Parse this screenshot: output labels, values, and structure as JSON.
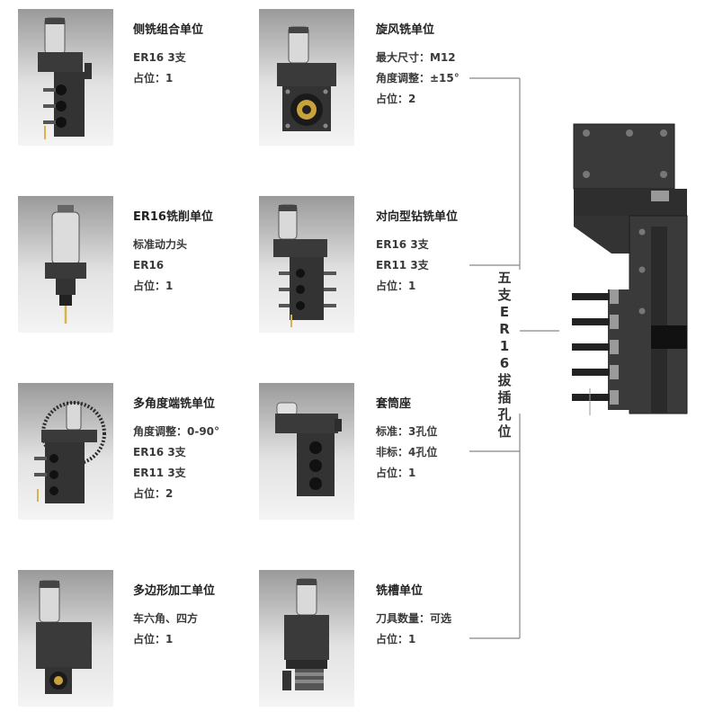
{
  "units": [
    {
      "title": "侧铣组合单位",
      "lines": [
        "ER16 3支",
        "占位：1"
      ],
      "icon": "side-milling-unit-icon"
    },
    {
      "title": "旋风铣单位",
      "lines": [
        "最大尺寸：M12",
        "角度调整：±15°",
        "占位：2"
      ],
      "icon": "whirlwind-milling-unit-icon"
    },
    {
      "title": "ER16铣削单位",
      "lines": [
        "标准动力头",
        "ER16",
        "占位：1"
      ],
      "icon": "er16-milling-unit-icon"
    },
    {
      "title": "对向型钻铣单位",
      "lines": [
        "ER16 3支",
        "ER11 3支",
        "占位：1"
      ],
      "icon": "opposed-drill-mill-unit-icon"
    },
    {
      "title": "多角度端铣单位",
      "lines": [
        "角度调整：0-90°",
        "ER16 3支",
        "ER11 3支",
        "占位：2"
      ],
      "icon": "multi-angle-end-mill-unit-icon"
    },
    {
      "title": "套筒座",
      "lines": [
        "标准：3孔位",
        "非标：4孔位",
        "占位：1"
      ],
      "icon": "sleeve-holder-icon"
    },
    {
      "title": "多边形加工单位",
      "lines": [
        "车六角、四方",
        " 占位：1"
      ],
      "icon": "polygon-machining-unit-icon"
    },
    {
      "title": "铣槽单位",
      "lines": [
        "刀具数量：可选",
        "占位：1"
      ],
      "icon": "slot-milling-unit-icon"
    }
  ],
  "assembly_label": "五支ER16拔插孔位",
  "colors": {
    "text": "#333333",
    "line": "#888888",
    "metal": "#3a3a3a",
    "card_top": "#9a9a9a",
    "card_bottom": "#f4f4f4",
    "spring": "#d8b24a"
  }
}
